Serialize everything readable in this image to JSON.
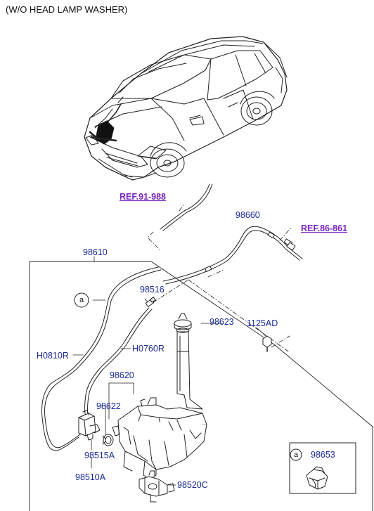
{
  "title": "(W/O HEAD LAMP WASHER)",
  "colors": {
    "label": "#1a2a9a",
    "ref": "#7b24c4",
    "line": "#222222"
  },
  "refs": {
    "ref1": "REF.91-988",
    "ref2": "REF.86-861"
  },
  "parts": {
    "p98660": "98660",
    "p98610": "98610",
    "p98516": "98516",
    "p98623": "98623",
    "p1125AD": "1125AD",
    "pH0810R": "H0810R",
    "pH0760R": "H0760R",
    "p98620": "98620",
    "p98622": "98622",
    "p98515A": "98515A",
    "p98510A": "98510A",
    "p98520C": "98520C",
    "p98653": "98653"
  },
  "callouts": {
    "main": "a",
    "inset": "a"
  }
}
